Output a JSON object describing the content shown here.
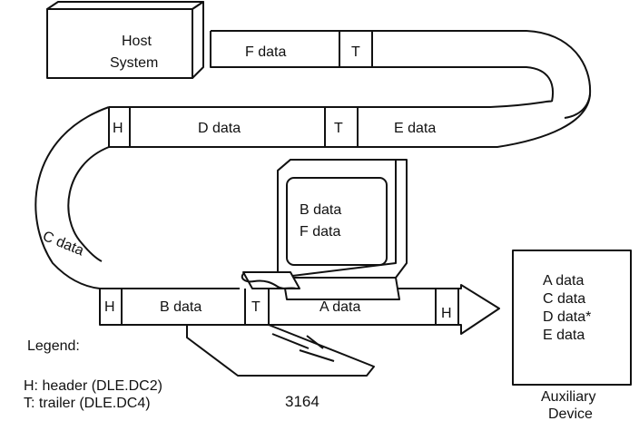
{
  "host": {
    "line1": "Host",
    "line2": "System"
  },
  "tape": {
    "top": {
      "f_data": "F data",
      "t": "T"
    },
    "middle": {
      "h": "H",
      "d_data": "D data",
      "t": "T",
      "e_data": "E data"
    },
    "bottom": {
      "c_data": "C data",
      "h1": "H",
      "b_data": "B data",
      "t": "T",
      "a_data": "A data",
      "h2": "H"
    }
  },
  "screen": {
    "line1": "B data",
    "line2": "F data"
  },
  "terminal_label": "3164",
  "auxiliary": {
    "items": [
      "A data",
      "C data",
      "D data*",
      "E data"
    ],
    "label_line1": "Auxiliary",
    "label_line2": "Device"
  },
  "legend": {
    "title": "Legend:",
    "header": "H: header (DLE.DC2)",
    "trailer": "T: trailer (DLE.DC4)"
  }
}
